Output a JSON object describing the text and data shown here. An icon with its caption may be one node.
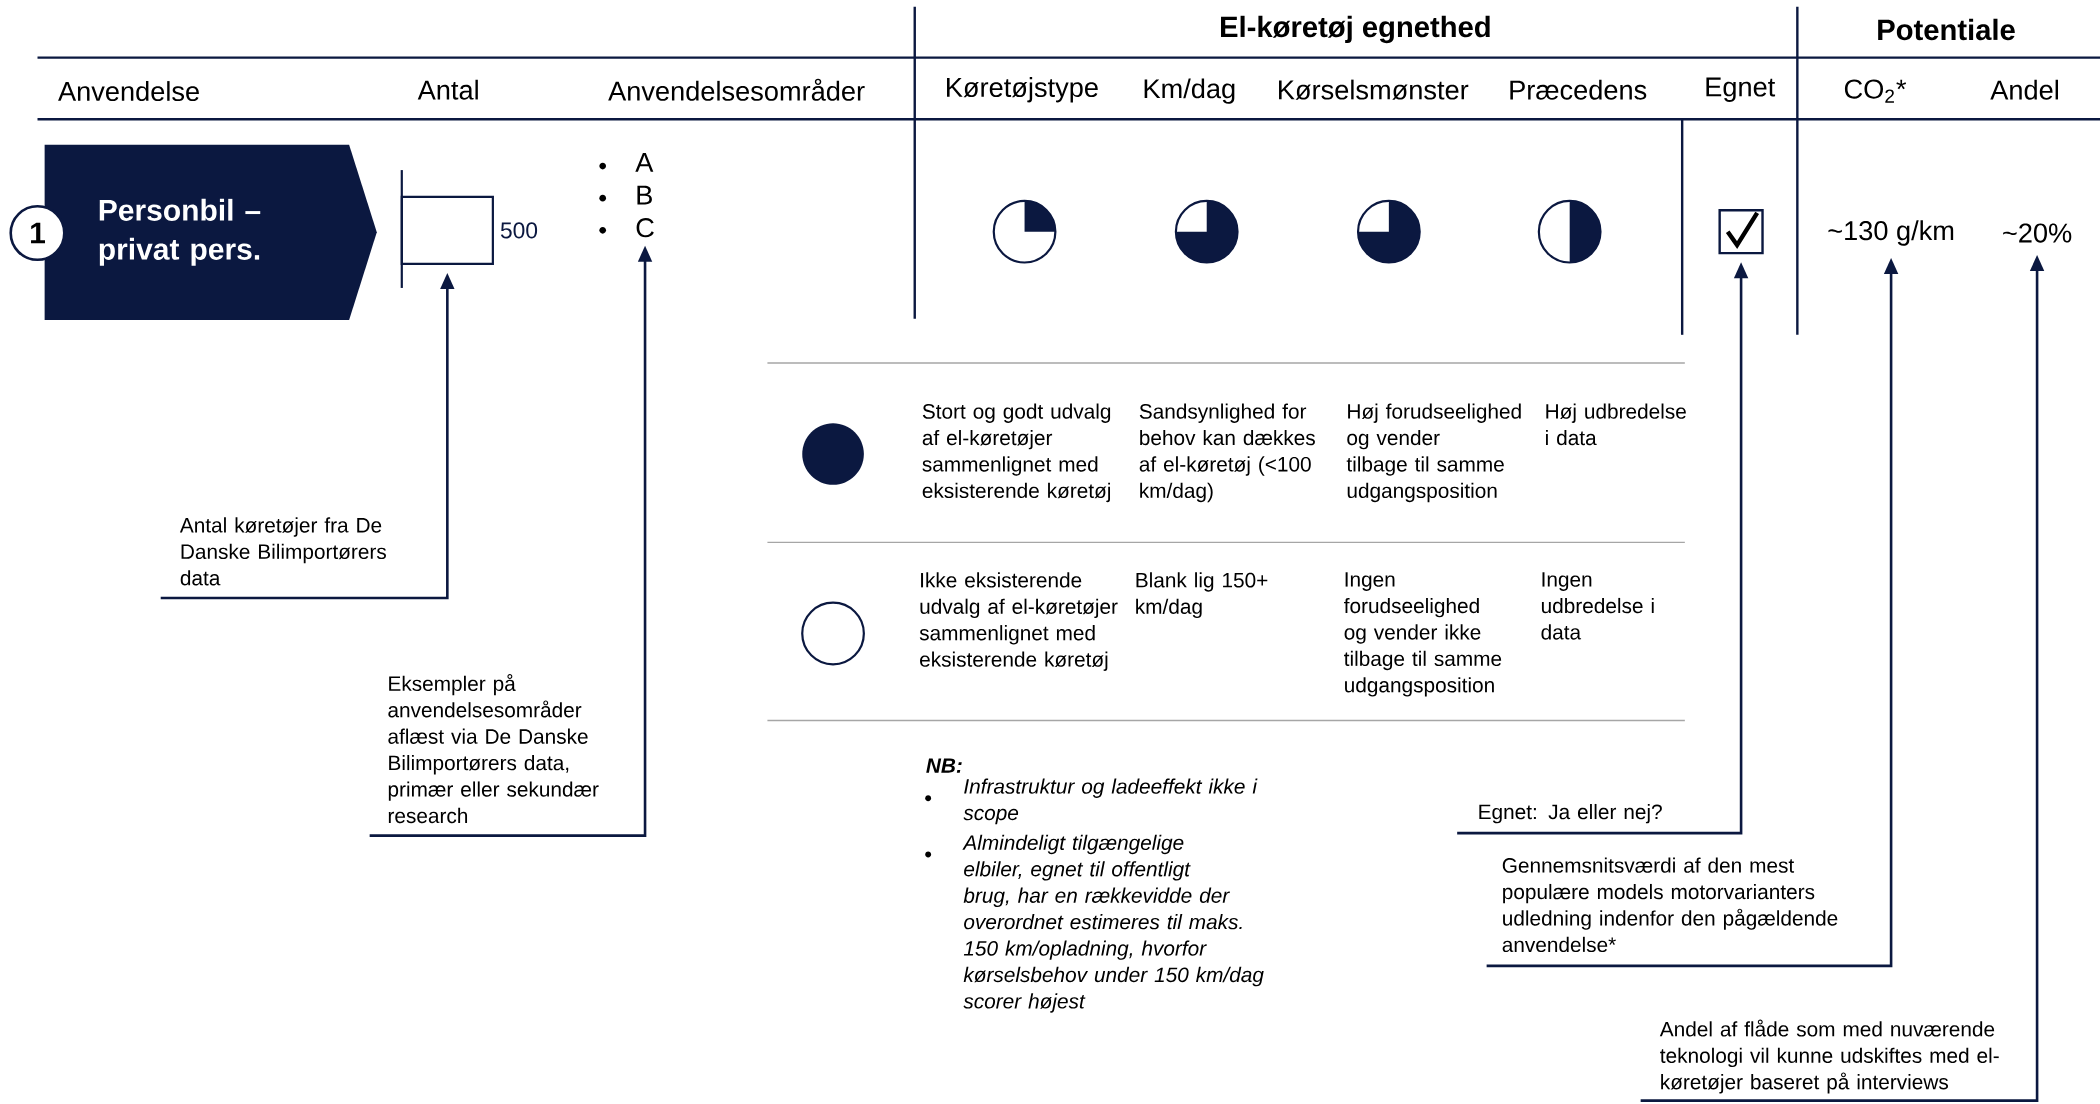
{
  "diagram": {
    "nodes": [
      {
        "text": [
          "1"
        ]
      },
      {
        "text": [
          "Personbil – privat pers."
        ]
      },
      {
        "text": [],
        "shape": "bar",
        "beside": [
          "500"
        ]
      },
      {
        "text": [
          "A",
          "B",
          "C"
        ]
      },
      {
        "text": [],
        "shape": "circle"
      },
      {
        "text": [],
        "shape": "circle"
      },
      {
        "text": [],
        "shape": "circle"
      },
      {
        "text": [],
        "shape": "circle"
      },
      {
        "text": [],
        "shape": "box"
      },
      {
        "text": [
          "~130 g/km"
        ]
      },
      {
        "text": [
          "~20%"
        ]
      },
      {
        "text": [
          "Antal køretøjer fra De Danske Bilimportørers data"
        ]
      },
      {
        "text": [
          "Eksempler på anvendelsesområder aflæst via De Danske Bilimportørers data, primær eller sekundær research"
        ]
      },
      {
        "text": [
          "Egnet: Ja eller nej?"
        ]
      },
      {
        "text": [
          "Gennemsnitsværdi af den mest populære models motorvarianters udledning indenfor den pågældende anvendelse*"
        ]
      },
      {
        "text": [
          "Andel af flåde som med nuværende teknologi vil kunne udskiftes med el-køretøjer baseret på interviews"
        ]
      }
    ],
    "edges": [
      {
        "from": 11,
        "to": 2,
        "arrow": "to"
      },
      {
        "from": 12,
        "to": 3,
        "arrow": "to"
      },
      {
        "from": 13,
        "to": 8,
        "arrow": "to"
      },
      {
        "from": 14,
        "to": 9,
        "arrow": "to"
      },
      {
        "from": 15,
        "to": 10,
        "arrow": "to"
      }
    ],
    "labels": [
      "El-køretøj egnethed",
      "Potentiale",
      "Anvendelse",
      "Antal",
      "Anvendelsesområder",
      "Køretøjstype",
      "Km/dag",
      "Kørselsmønster",
      "Præcedens",
      "Egnet",
      "CO$_{2}$*",
      "Andel",
      "Stort og godt udvalg af el-køretøjer sammenlignet med eksisterende køretøj",
      "Sandsynlighed for behov kan dækkes af el-køretøj (<100 km/dag)",
      "Høj forudseelighed og vender tilbage til samme udgangsposition",
      "Høj udbredelse i data",
      "Ikke eksisterende udvalg af el-køretøjer sammenlignet med eksisterende køretøj",
      "Blank lig 150+ km/dag",
      "Ingen forudseelighed og vender ikke tilbage til samme udgangsposition",
      "Ingen udbredelse i data",
      "NB:",
      "Infrastruktur og ladeeffekt ikke i scope",
      "Almindeligt tilgængelige elbiler, egnet til offentligt brug, har en rækkevidde  der overordnet estimeres til maks. 150 km/opladning, hvorfor kørselsbehov under 150 km/dag scorer højest"
    ]
  }
}
